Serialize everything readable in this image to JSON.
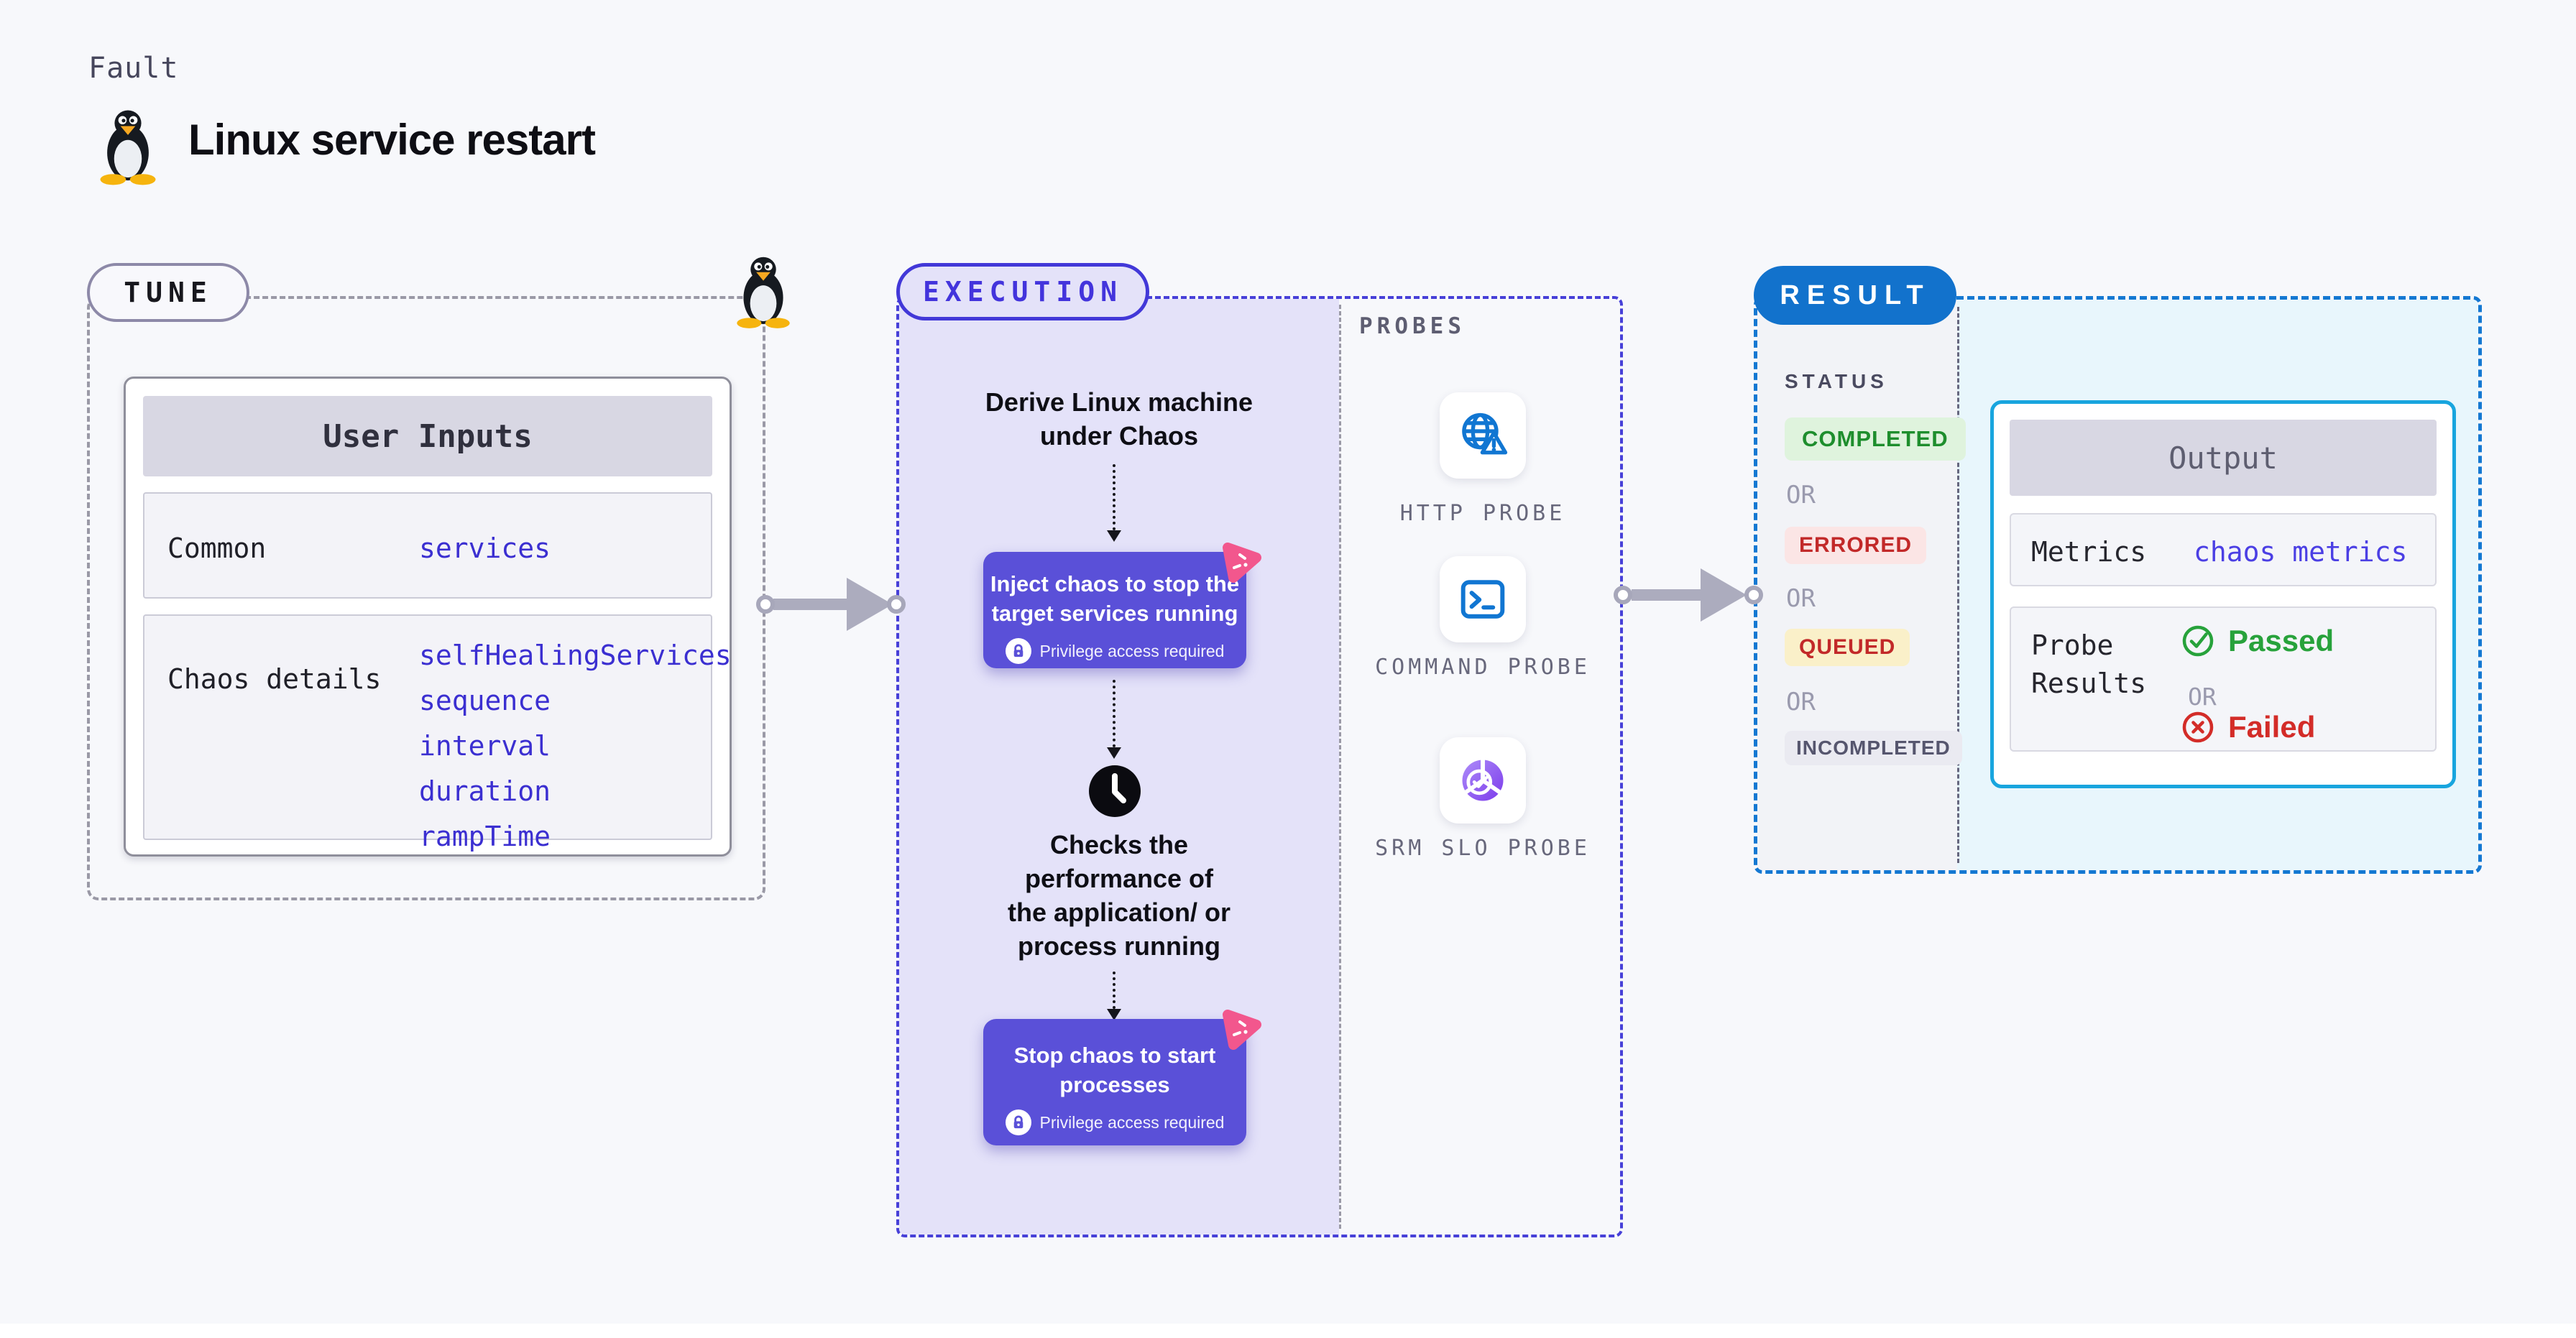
{
  "page": {
    "kicker": "Fault",
    "title": "Linux service restart"
  },
  "tune": {
    "label": "TUNE",
    "user_inputs": {
      "title": "User Inputs",
      "rows": [
        {
          "label": "Common",
          "values": [
            "services"
          ]
        },
        {
          "label": "Chaos details",
          "values": [
            "selfHealingServices",
            "sequence",
            "interval",
            "duration",
            "rampTime"
          ]
        }
      ]
    }
  },
  "execution": {
    "label": "EXECUTION",
    "derive_lines": [
      "Derive Linux machine",
      "under Chaos"
    ],
    "inject_card": {
      "lines": [
        "Inject chaos to stop the",
        "target services running"
      ],
      "note": "Privilege access required"
    },
    "check_lines": [
      "Checks the",
      "performance of",
      "the application/ or",
      "process running"
    ],
    "stop_card": {
      "lines": [
        "Stop chaos to start",
        "processes"
      ],
      "note": "Privilege access required"
    }
  },
  "probes": {
    "label": "PROBES",
    "items": [
      {
        "name": "HTTP PROBE",
        "icon": "globe-alert-icon"
      },
      {
        "name": "COMMAND PROBE",
        "icon": "terminal-icon"
      },
      {
        "name": "SRM SLO PROBE",
        "icon": "slo-donut-icon"
      }
    ]
  },
  "result": {
    "label": "RESULT",
    "status": {
      "label": "STATUS",
      "separator": "OR",
      "badges": [
        "COMPLETED",
        "ERRORED",
        "QUEUED",
        "INCOMPLETED"
      ]
    },
    "output": {
      "title": "Output",
      "metrics_label": "Metrics",
      "metrics_value": "chaos metrics",
      "probe_results_label": "Probe Results",
      "or": "OR",
      "passed": "Passed",
      "failed": "Failed"
    }
  },
  "icons": [
    "tux-penguin-icon",
    "chaos-logo-icon",
    "lock-icon",
    "clock-icon",
    "globe-alert-icon",
    "terminal-icon",
    "slo-donut-icon",
    "check-circle-icon",
    "x-circle-icon"
  ],
  "colors": {
    "page_bg": "#F7F8FB",
    "indigo_accent": "#4238D8",
    "execution_fill": "#E4E2F9",
    "chaos_card_purple": "#5A50D8",
    "chaos_logo_pink": "#F2578D",
    "result_blue": "#1272CC",
    "output_border_cyan": "#18A5DE",
    "link_blue": "#3B2FD1",
    "passed_green": "#27A23B",
    "failed_red": "#D32C28",
    "completed_bg": "#DFF3DD",
    "errored_bg": "#FBE5E5",
    "queued_bg": "#FAF0C9",
    "incompleted_bg": "#EAEAF1"
  }
}
